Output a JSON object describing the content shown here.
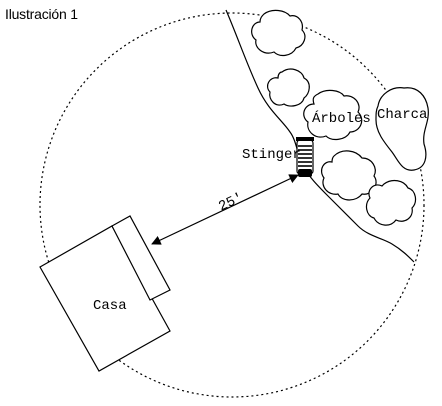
{
  "caption": "Ilustración 1",
  "labels": {
    "house": "Casa",
    "trees": "Árboles",
    "pond": "Charca",
    "device": "Stinger",
    "distance": "25'"
  },
  "icons": {
    "device": "stinger-device-icon",
    "tree": "tree-canopy-icon",
    "pond": "pond-outline-icon",
    "house": "house-outline-icon"
  },
  "colors": {
    "stroke": "#000000",
    "background": "#ffffff"
  }
}
